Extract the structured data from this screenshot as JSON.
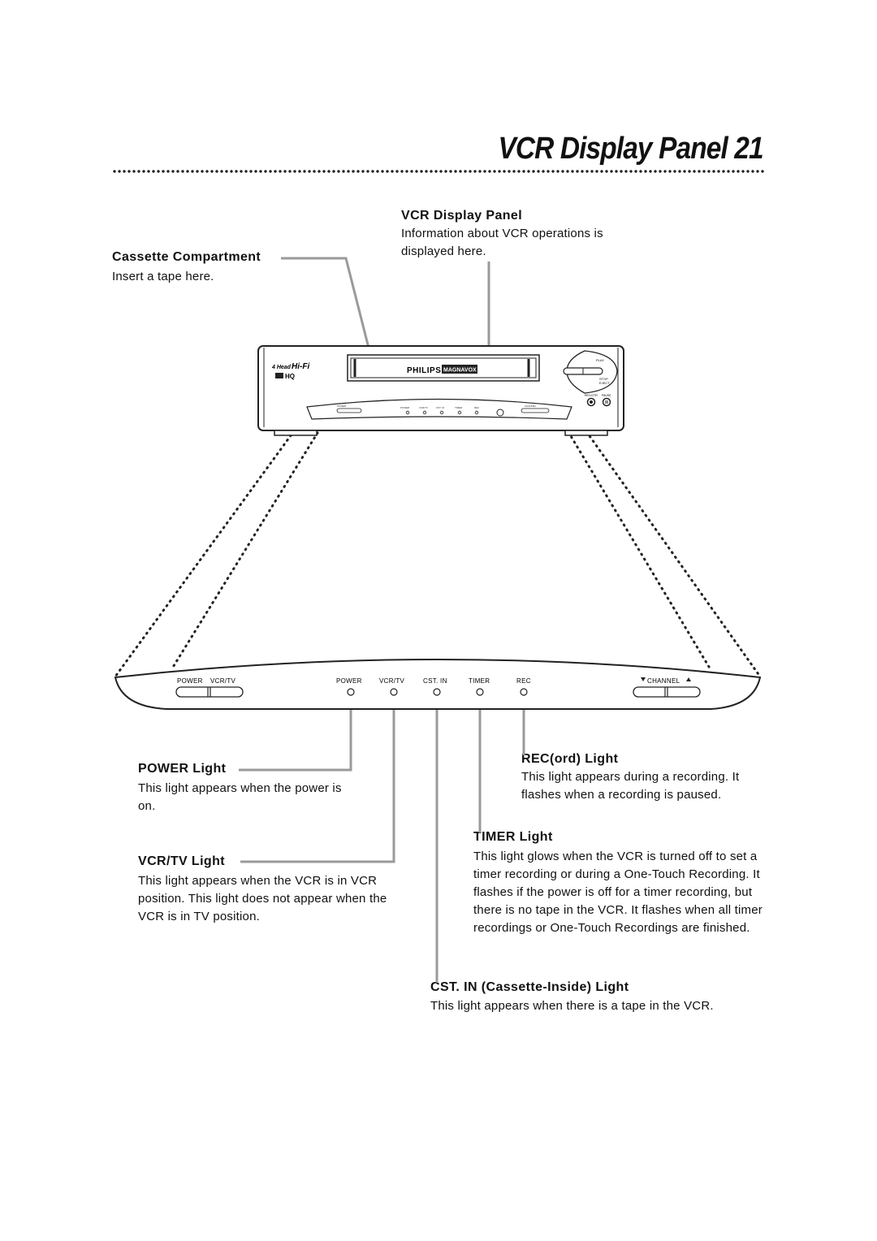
{
  "header": {
    "title": "VCR Display Panel 21"
  },
  "callouts": {
    "display_panel": {
      "title": "VCR Display Panel",
      "body": "Information about VCR operations is displayed here."
    },
    "cassette": {
      "title": "Cassette Compartment",
      "body": "Insert a tape here."
    },
    "power": {
      "title": "POWER Light",
      "body": "This light appears when the power is on."
    },
    "vcrtv": {
      "title": "VCR/TV Light",
      "body": "This light appears when the VCR is in VCR position. This light does not appear when the VCR is in TV position."
    },
    "record": {
      "title": "REC(ord) Light",
      "body": "This light appears during a recording. It flashes when a recording is paused."
    },
    "timer": {
      "title": "TIMER Light",
      "body": "This light glows when the VCR is turned off to set a timer recording or during a One-Touch Recording. It flashes if the power is off for a timer recording, but there is no tape in the VCR. It flashes when all timer recordings or One-Touch Recordings are finished."
    },
    "cst_in": {
      "title": "CST. IN (Cassette-Inside) Light",
      "body": "This light appears when there is a tape in the VCR."
    }
  },
  "vcr_front": {
    "brand": "PHILIPS",
    "sub_brand": "MAGNAVOX",
    "hifi_label": "Hi-Fi",
    "hq_label": "HQ",
    "heads_label": "4 Head",
    "play_label": "PLAY",
    "stop_label": "STOP",
    "eject_label": "EJECT",
    "rec_otr_label": "REC/OTR",
    "pause_label": "PAUSE"
  },
  "panel": {
    "power_button": "POWER",
    "vcrtv_button": "VCR/TV",
    "indicators": [
      "POWER",
      "VCR/TV",
      "CST. IN",
      "TIMER",
      "REC"
    ],
    "channel_label": "CHANNEL"
  }
}
